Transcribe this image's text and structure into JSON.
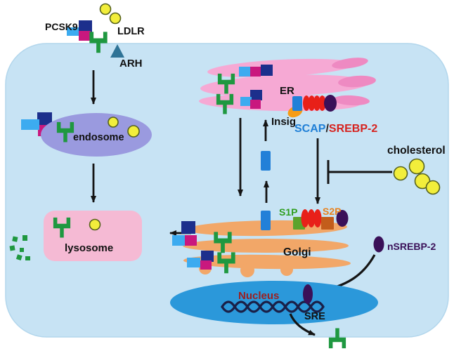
{
  "figure": {
    "description": "PCSK9-mediated LDLR degradation and SREBP-2 cholesterol-sensing pathway diagram",
    "extracellular": {
      "pcsk9_label": "PCSK9",
      "ldlr_label": "LDLR",
      "arh_label": "ARH"
    },
    "endocytic_pathway": {
      "endosome_label": "endosome",
      "lysosome_label": "lysosome"
    },
    "er_complex": {
      "er_label": "ER",
      "insig_label": "Insig",
      "scap_label": "SCAP",
      "separator": "/",
      "srebp2_label": "SREBP-2"
    },
    "golgi_complex": {
      "golgi_label": "Golgi",
      "s1p_label": "S1P",
      "s2p_label": "S2P"
    },
    "regulation": {
      "cholesterol_label": "cholesterol",
      "nsrebp2_label": "nSREBP-2"
    },
    "nucleus": {
      "nucleus_label": "Nucleus",
      "sre_label": "SRE"
    },
    "colors": {
      "cell_cytoplasm": "#c7e3f4",
      "er_membrane_pink": "#f6a9d4",
      "er_tip_pink": "#ee8ac2",
      "golgi_orange": "#f2a768",
      "endosome_lavender": "#9a9adf",
      "lysosome_pink": "#f5bad4",
      "nucleus_blue": "#2b98da",
      "ldl_cholesterol_yellow": "#f2ee3b",
      "ldlr_receptor_green": "#1f9840",
      "pcsk9_light_blue": "#3cabf0",
      "pcsk9_dark_blue": "#1c2f8c",
      "pcsk9_magenta": "#c9187e",
      "scap_blue": "#2280d8",
      "srebp2_red": "#e82019",
      "insig_orange": "#f59c15",
      "s1p_green": "#5ca32c",
      "s2p_brown": "#c35d1b",
      "nuclear_protein_purple": "#3a1058",
      "arh_teal": "#2f7396",
      "nucleus_label_maroon": "#9c1f1f",
      "arrow_black": "#141414"
    },
    "icons": {
      "ldlr-receptor-icon": "green trident/goalpost receptor shape",
      "ldl-particle-icon": "yellow circle with olive outline",
      "pcsk9-ldl-complex-icon": "cluster of light-blue, dark-blue and magenta squares",
      "arh-icon": "teal triangle",
      "scap-icon": "blue rectangle",
      "srebp2-icon": "row of red ovals",
      "insig-icon": "orange tilted oval",
      "s1p-icon": "green square",
      "s2p-icon": "brown square",
      "nsrebp2-icon": "dark purple oval",
      "dna-helix-icon": "dark navy double helix",
      "inhibition-bar-icon": "black T-bar line",
      "degraded-fragments-icon": "scattered small green squares"
    }
  }
}
